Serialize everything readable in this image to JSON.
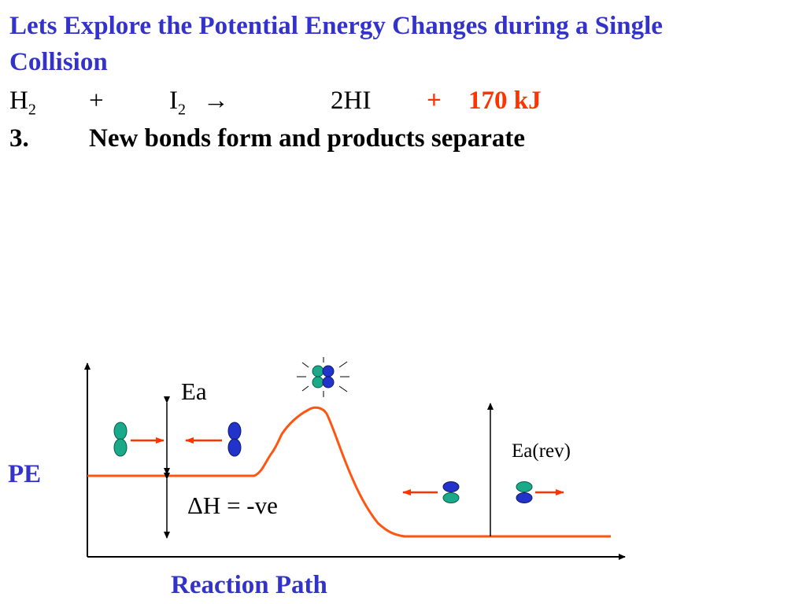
{
  "slide": {
    "title_line1": "Lets Explore the Potential Energy Changes during a Single",
    "title_line2": "Collision",
    "colors": {
      "title": "#3333cc",
      "accent": "#ff3300",
      "teal": "#1aaa8a",
      "blue": "#2233cc",
      "curve": "#ff5511"
    }
  },
  "equation": {
    "reactant1": "H",
    "reactant1_sub": "2",
    "plus": "+",
    "reactant2": "I",
    "reactant2_sub": "2",
    "arrow": "→",
    "product": "2HI",
    "energy_plus": "+",
    "energy": "170 kJ"
  },
  "step": {
    "number": "3.",
    "text": "New bonds form and products separate"
  },
  "diagram": {
    "y_axis_label": "PE",
    "x_axis_label": "Reaction Path",
    "ea_label": "Ea",
    "ea_rev_label": "Ea(rev)",
    "delta_h_label": "ΔH = -ve"
  }
}
